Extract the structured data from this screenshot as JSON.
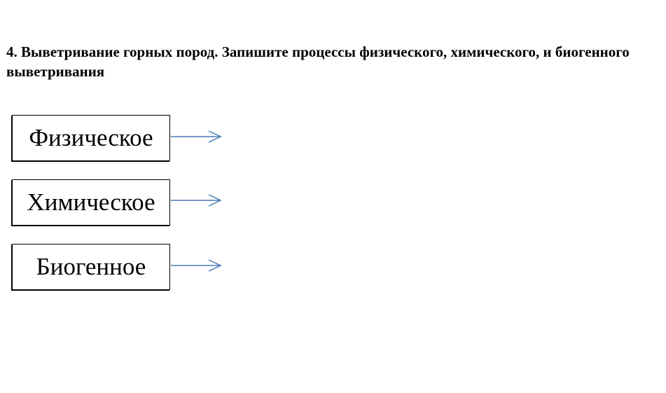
{
  "heading": {
    "number": "4",
    "text": ". Выветривание горных пород. Запишите процессы физического, химического, и биогенного выветривания"
  },
  "items": [
    {
      "label": "Физическое"
    },
    {
      "label": "Химическое"
    },
    {
      "label": "Биогенное"
    }
  ],
  "colors": {
    "arrow": "#4a7ab5",
    "border": "#000000"
  }
}
